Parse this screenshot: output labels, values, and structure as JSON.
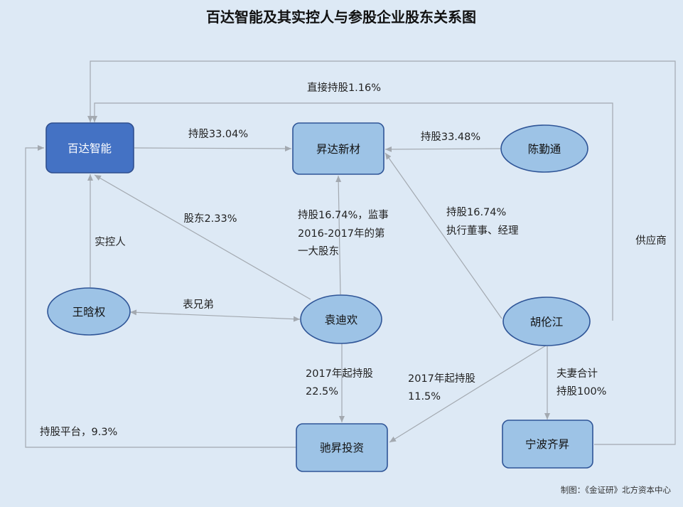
{
  "title": "百达智能及其实控人与参股企业股东关系图",
  "credit": "制图：《金证研》北方资本中心",
  "nodes": {
    "baida": "百达智能",
    "shengda": "昇达新材",
    "chenqintong": "陈勤通",
    "wanghanquan": "王晗权",
    "yuandihuan": "袁迪欢",
    "hulunjiang": "胡伦江",
    "chishengtouzi": "驰昇投资",
    "ningboqisheng": "宁波齐昇"
  },
  "edges": {
    "direct_hold": "直接持股1.16%",
    "baida_to_shengda": "持股33.04%",
    "chen_to_shengda": "持股33.48%",
    "yuan_shareholder_baida": "股东2.33%",
    "yuan_to_shengda": [
      "持股16.74%，监事",
      "2016-2017年的第",
      "一大股东"
    ],
    "hu_to_shengda": [
      "持股16.74%",
      "执行董事、经理"
    ],
    "supplier": "供应商",
    "actual_controller": "实控人",
    "cousins": "表兄弟",
    "yuan_to_chisheng": [
      "2017年起持股",
      "22.5%"
    ],
    "hu_to_chisheng": [
      "2017年起持股",
      "11.5%"
    ],
    "couple_hold": [
      "夫妻合计",
      "持股100%"
    ],
    "platform": "持股平台，9.3%"
  }
}
